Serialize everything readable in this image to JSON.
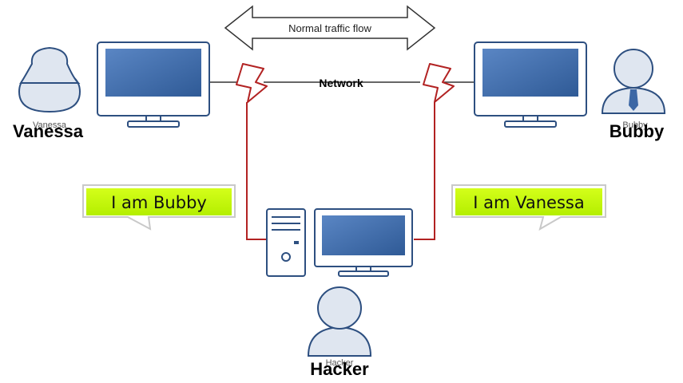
{
  "diagram": {
    "flow_label": "Normal traffic flow",
    "network_label": "Network",
    "vanessa": {
      "label": "Vanessa",
      "ghost_label": "Vanessa"
    },
    "bubby": {
      "label": "Bubby",
      "ghost_label": "Bubby"
    },
    "hacker": {
      "label": "Hacker",
      "ghost_label": "Hacker"
    },
    "bubble_left": "I am Bubby",
    "bubble_right": "I am Vanessa"
  },
  "colors": {
    "screen": "#3c67a5",
    "outline": "#2d4f80",
    "link": "#b22222",
    "bubble_fill": "#c8ff00",
    "person_fill": "#dfe6f0"
  }
}
